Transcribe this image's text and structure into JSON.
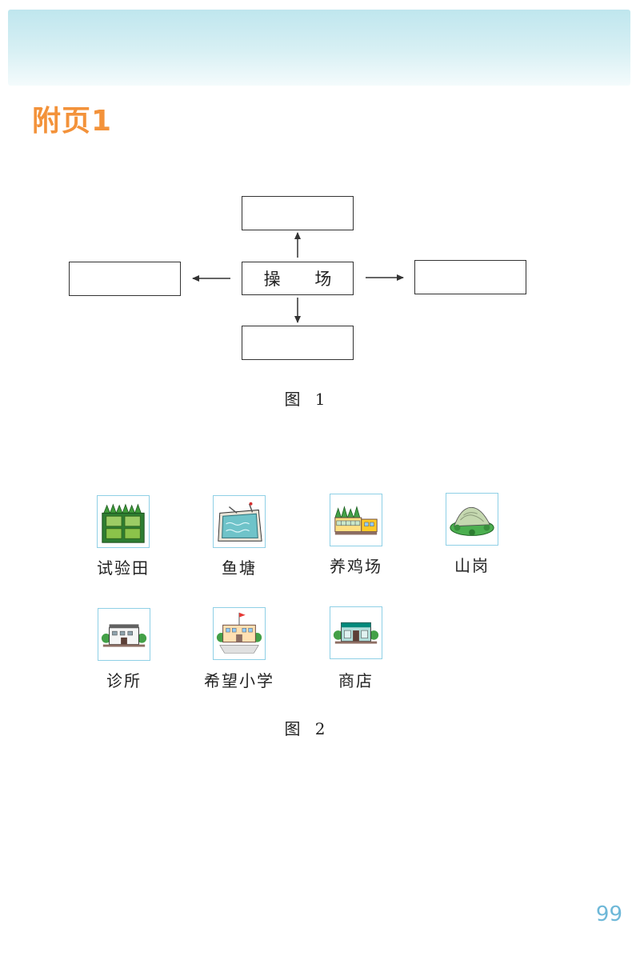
{
  "page": {
    "title": "附页1",
    "page_number": "99",
    "accent_color": "#f3923a",
    "header_band_color": "#bfe6ee"
  },
  "figure1": {
    "center_label": "操 场",
    "caption": "图 1",
    "empty_boxes": [
      "north",
      "west",
      "east",
      "south"
    ]
  },
  "figure2": {
    "caption": "图 2",
    "places": [
      {
        "label": "试验田",
        "icon": "test-field-icon"
      },
      {
        "label": "鱼塘",
        "icon": "fish-pond-icon"
      },
      {
        "label": "养鸡场",
        "icon": "chicken-farm-icon"
      },
      {
        "label": "山岗",
        "icon": "hill-icon"
      },
      {
        "label": "诊所",
        "icon": "clinic-icon"
      },
      {
        "label": "希望小学",
        "icon": "hope-school-icon"
      },
      {
        "label": "商店",
        "icon": "shop-icon"
      }
    ]
  }
}
